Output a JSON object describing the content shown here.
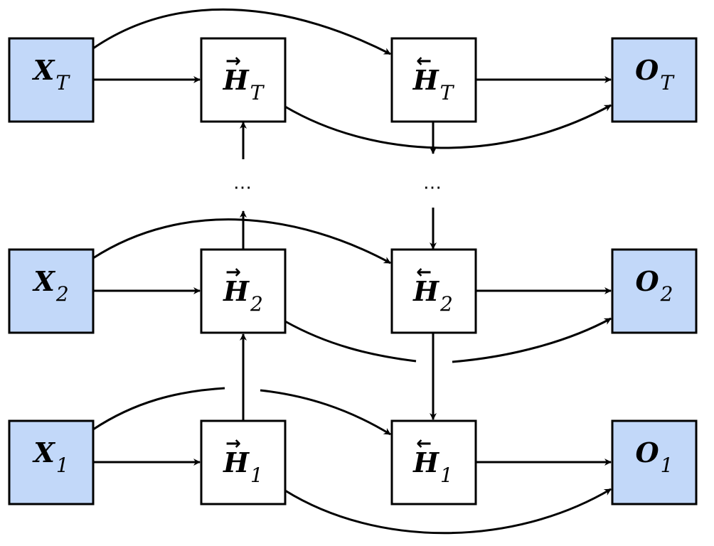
{
  "colors": {
    "input": "#c2d8f9",
    "hidden": "#ffffff",
    "output": "#c2d8f9",
    "stroke": "#000000"
  },
  "rows": {
    "top": {
      "x": {
        "base": "X",
        "sub": "T"
      },
      "fwd": {
        "base": "H",
        "sub": "T",
        "arrow": "→"
      },
      "bwd": {
        "base": "H",
        "sub": "T",
        "arrow": "←"
      },
      "out": {
        "base": "O",
        "sub": "T"
      }
    },
    "middle": {
      "x": {
        "base": "X",
        "sub": "2"
      },
      "fwd": {
        "base": "H",
        "sub": "2",
        "arrow": "→"
      },
      "bwd": {
        "base": "H",
        "sub": "2",
        "arrow": "←"
      },
      "out": {
        "base": "O",
        "sub": "2"
      }
    },
    "bottom": {
      "x": {
        "base": "X",
        "sub": "1"
      },
      "fwd": {
        "base": "H",
        "sub": "1",
        "arrow": "→"
      },
      "bwd": {
        "base": "H",
        "sub": "1",
        "arrow": "←"
      },
      "out": {
        "base": "O",
        "sub": "1"
      }
    }
  },
  "ellipsis": {
    "fwd": "⋯",
    "bwd": "⋯"
  }
}
